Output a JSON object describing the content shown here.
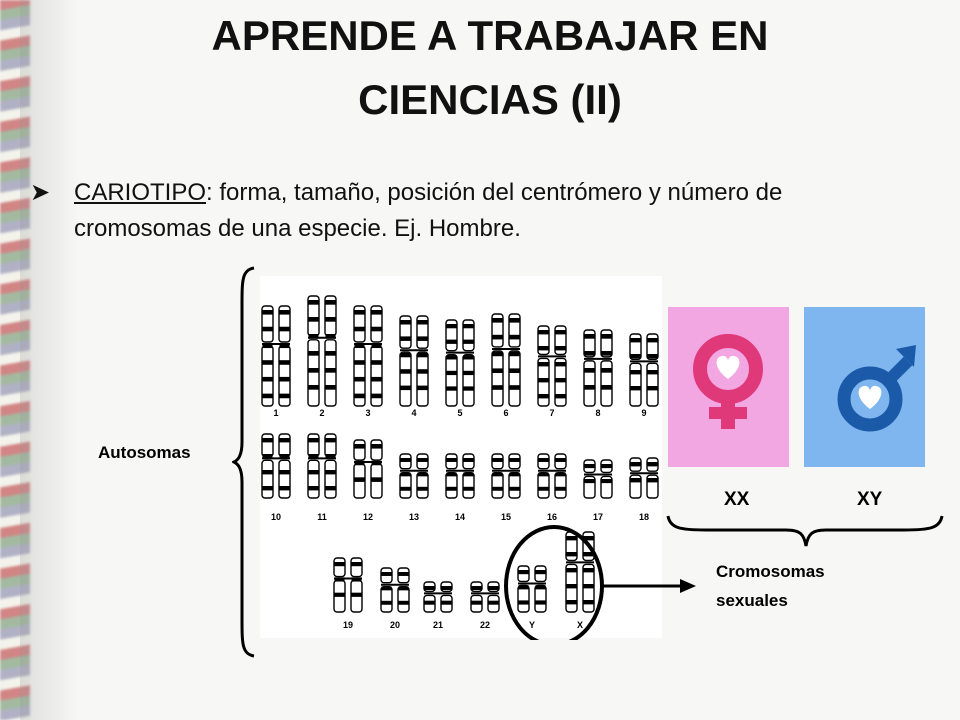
{
  "slide": {
    "title_line1": "APRENDE A TRABAJAR EN",
    "title_line2": "CIENCIAS (II)",
    "bullet_term": "CARIOTIPO",
    "bullet_rest": ": forma, tamaño, posición del centrómero y número de cromosomas de una especie. Ej. Hombre."
  },
  "karyotype": {
    "row1": [
      "1",
      "2",
      "3",
      "4",
      "5",
      "6",
      "7",
      "8",
      "9"
    ],
    "row2": [
      "10",
      "11",
      "12",
      "13",
      "14",
      "15",
      "16",
      "17",
      "18"
    ],
    "row3": [
      "19",
      "20",
      "21",
      "22",
      "Y",
      "X"
    ]
  },
  "labels": {
    "autosomas": "Autosomas",
    "xx": "XX",
    "xy": "XY",
    "sex_line1": "Cromosomas",
    "sex_line2": "sexuales"
  },
  "colors": {
    "female_bg": "#f2a6e2",
    "female_symbol": "#e0397a",
    "male_bg": "#7fb6ef",
    "male_symbol": "#1a5aa8"
  },
  "icons": {
    "bullet": "arrowhead-bullet",
    "female": "female-symbol-icon",
    "male": "male-symbol-icon"
  }
}
